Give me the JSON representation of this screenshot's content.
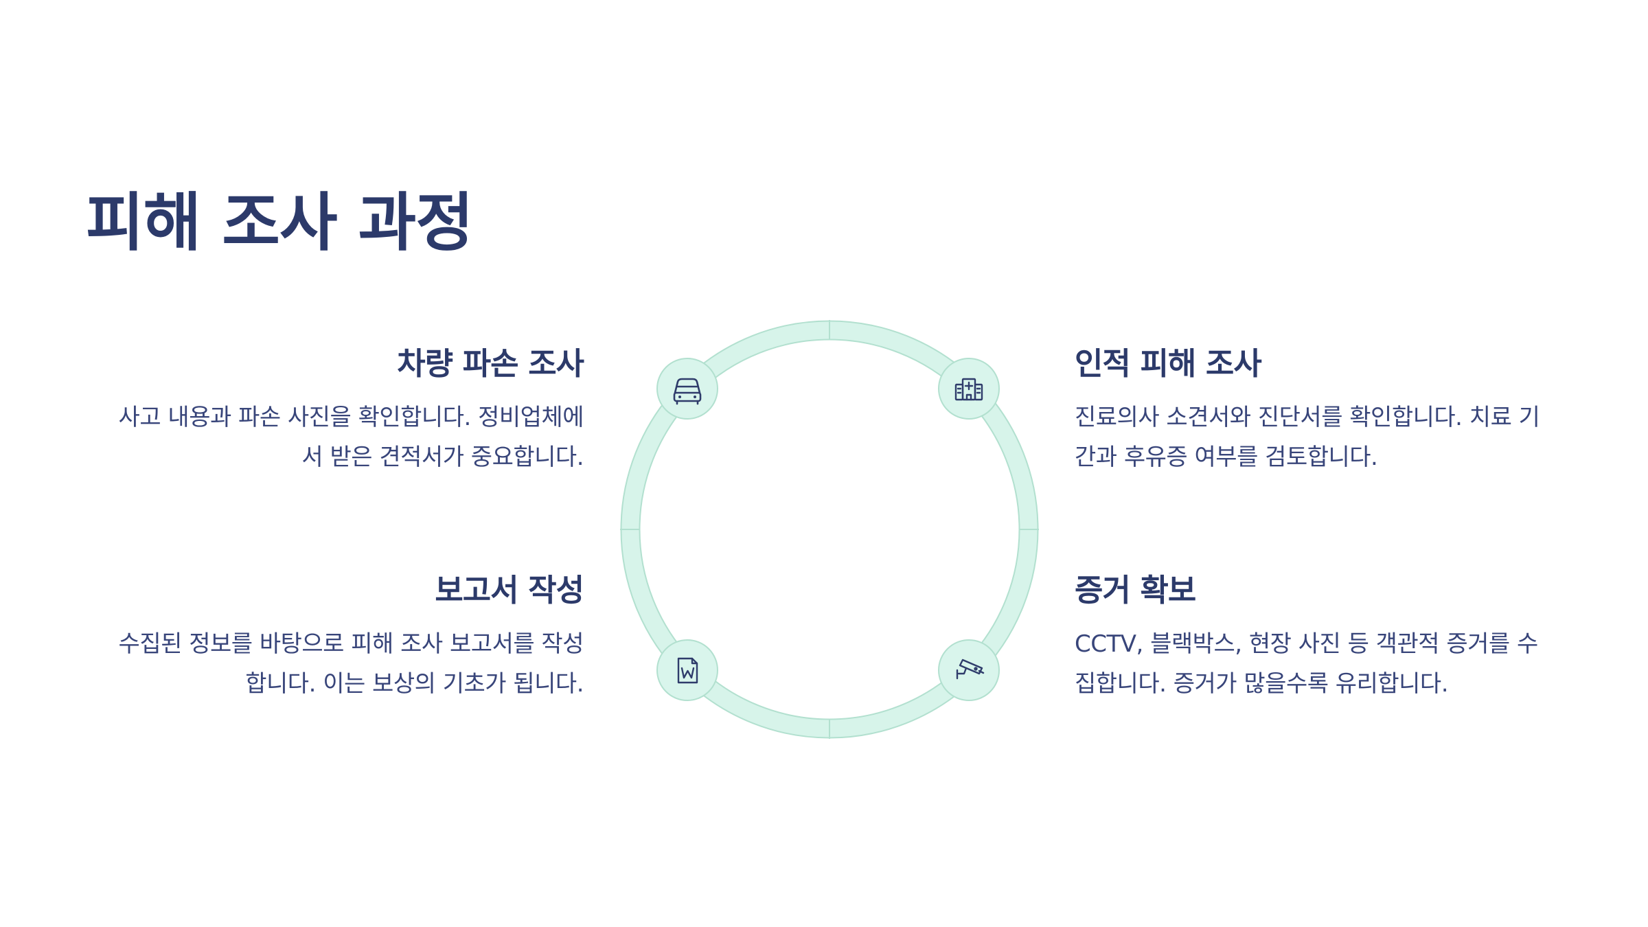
{
  "title": "피해 조사 과정",
  "colors": {
    "heading": "#2c3a6a",
    "body_text": "#38457a",
    "ring_fill": "#d7f4ea",
    "ring_stroke": "#b2e0cf",
    "icon_circle": "#d9f5ec",
    "icon_stroke": "#2f3c6b"
  },
  "steps": [
    {
      "position": "top-left",
      "icon": "car-icon",
      "heading": "차량 파손 조사",
      "text": "사고 내용과 파손 사진을 확인합니다. 정비업체에\n서 받은 견적서가 중요합니다."
    },
    {
      "position": "top-right",
      "icon": "hospital-icon",
      "heading": "인적 피해 조사",
      "text": "진료의사 소견서와 진단서를 확인합니다. 치료 기\n간과 후유증 여부를 검토합니다."
    },
    {
      "position": "bottom-left",
      "icon": "word-document-icon",
      "heading": "보고서 작성",
      "text": "수집된 정보를 바탕으로 피해 조사 보고서를 작성\n합니다. 이는 보상의 기초가 됩니다."
    },
    {
      "position": "bottom-right",
      "icon": "cctv-camera-icon",
      "heading": "증거 확보",
      "text": "CCTV, 블랙박스, 현장 사진 등 객관적 증거를 수\n집합니다. 증거가 많을수록 유리합니다."
    }
  ]
}
